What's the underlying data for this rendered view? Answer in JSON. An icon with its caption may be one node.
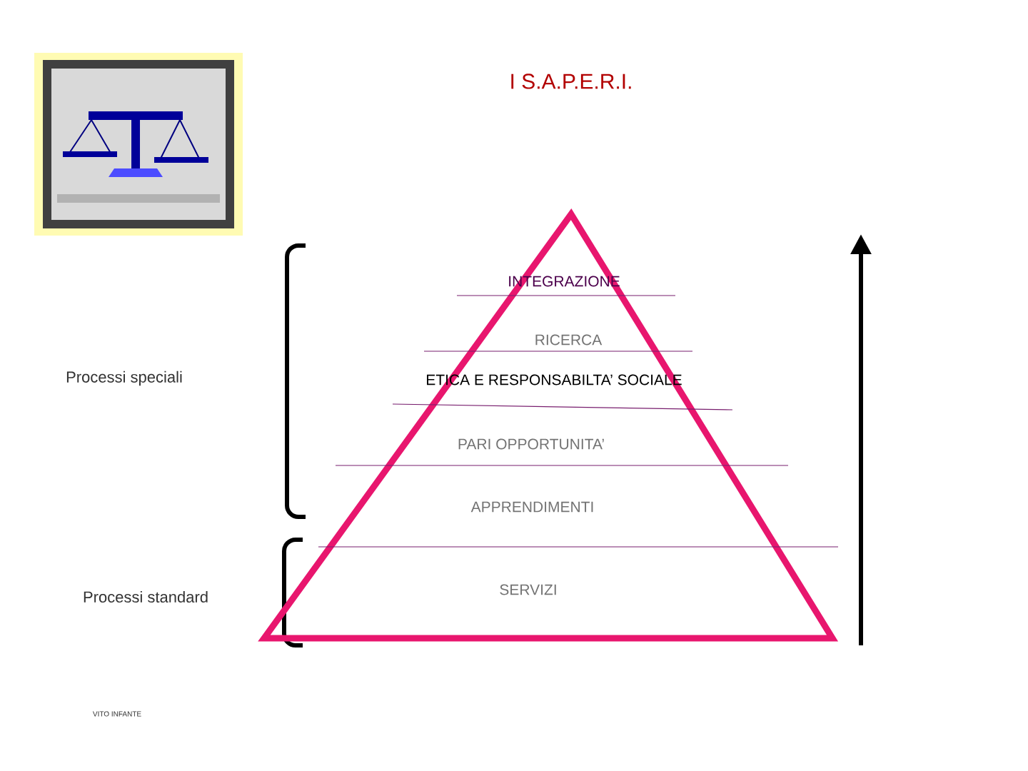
{
  "diagram": {
    "title": "I  S.A.P.E.R.I.",
    "nodes": [
      {
        "text": [
          "INTEGRAZIONE",
          "RICERCA",
          "ETICA E RESPONSABILTA’  SOCIALE",
          "PARI OPPORTUNITA’",
          "APPRENDIMENTI",
          "SERVIZI"
        ]
      }
    ],
    "labels": [
      "Processi speciali",
      "Processi standard",
      "VITO INFANTE"
    ]
  }
}
